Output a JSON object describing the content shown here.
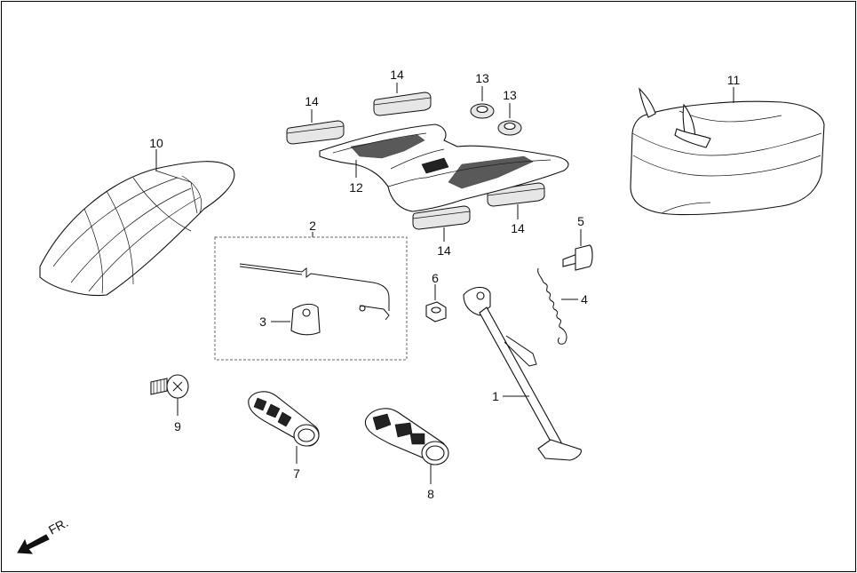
{
  "callouts": {
    "p1": "1",
    "p2": "2",
    "p3": "3",
    "p4": "4",
    "p5": "5",
    "p6": "6",
    "p7": "7",
    "p8": "8",
    "p9": "9",
    "p10": "10",
    "p11": "11",
    "p12": "12",
    "p13a": "13",
    "p13b": "13",
    "p14a": "14",
    "p14b": "14",
    "p14c": "14",
    "p14d": "14"
  },
  "direction_label": "FR.",
  "icons": {
    "direction": "arrow-down-left-icon"
  }
}
